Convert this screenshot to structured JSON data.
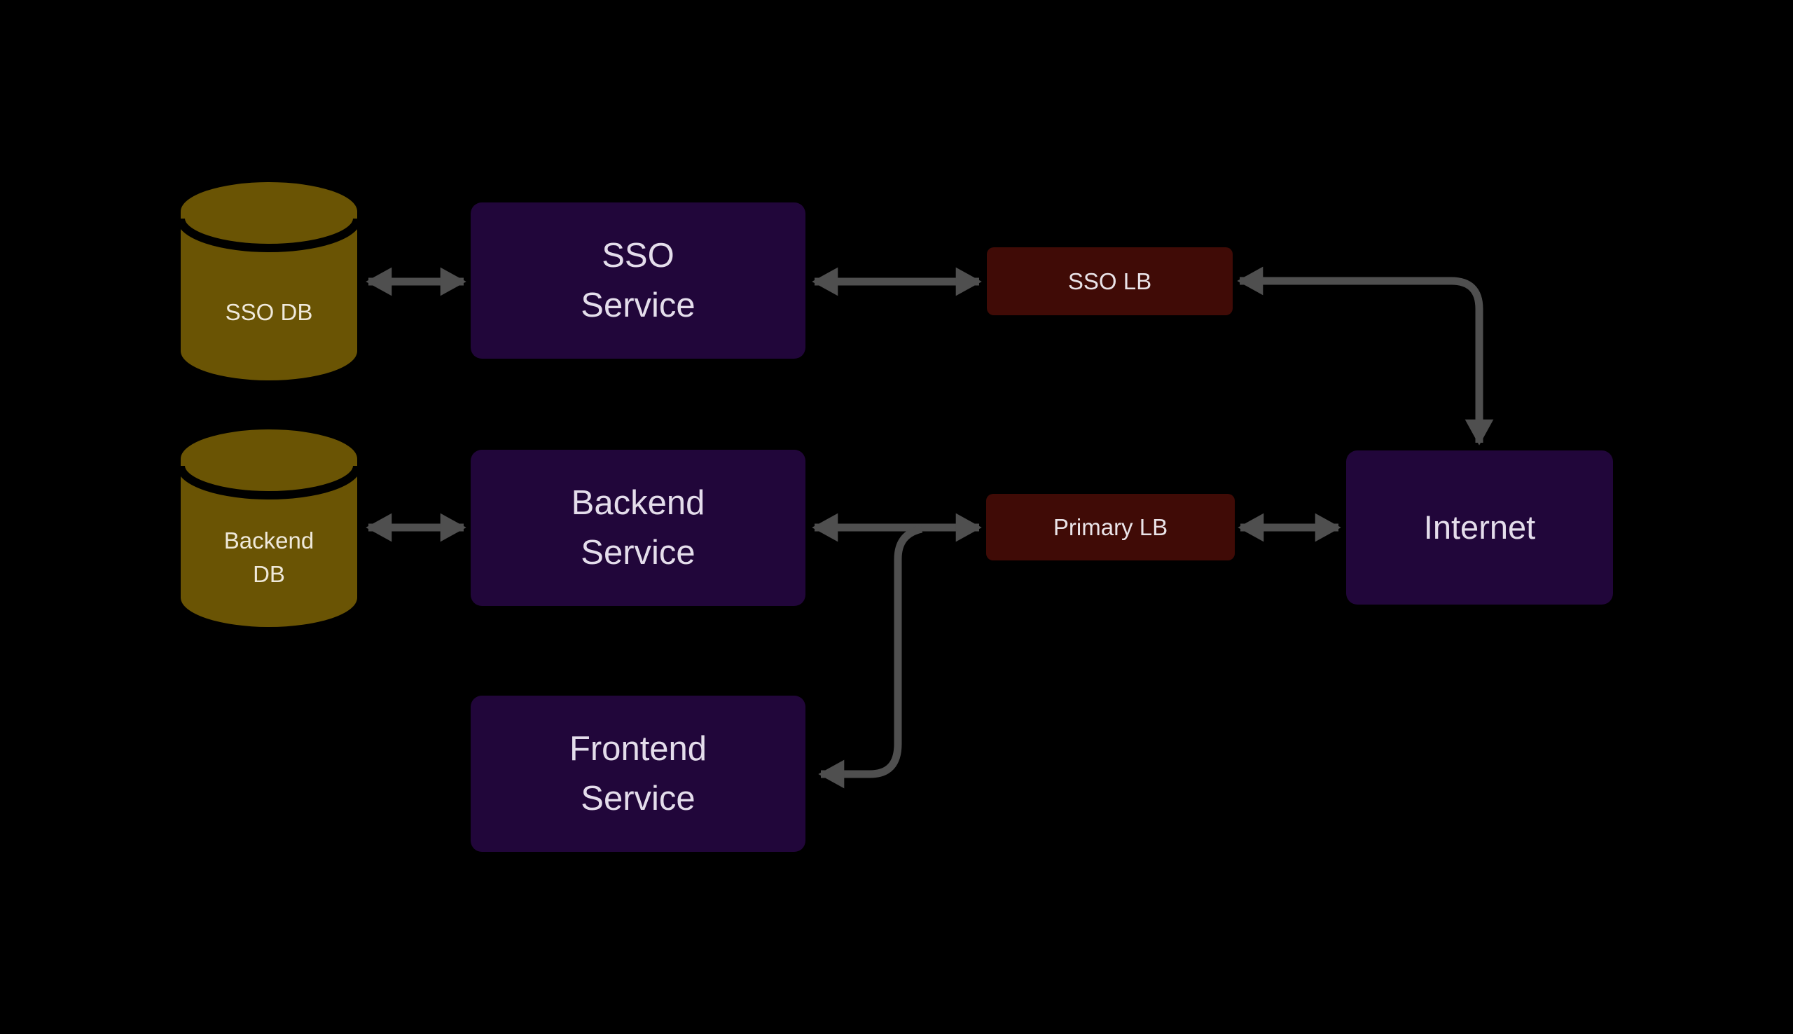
{
  "diagram": {
    "type": "architecture-flowchart",
    "background": "#000000",
    "edge_color": "#4f4f4f",
    "nodes": {
      "sso_db": {
        "kind": "database",
        "label": "SSO DB",
        "lines": [
          "SSO DB"
        ],
        "fill": "#6a5404",
        "seam_color": "#000000",
        "text_color": "#efe9da"
      },
      "backend_db": {
        "kind": "database",
        "label": "Backend DB",
        "lines": [
          "Backend",
          "DB"
        ],
        "fill": "#6a5404",
        "seam_color": "#000000",
        "text_color": "#efe9da"
      },
      "sso_service": {
        "kind": "service",
        "label": "SSO Service",
        "lines": [
          "SSO",
          "Service"
        ],
        "fill": "#21063a",
        "text_color": "#e4ddeb"
      },
      "backend_service": {
        "kind": "service",
        "label": "Backend Service",
        "lines": [
          "Backend",
          "Service"
        ],
        "fill": "#21063a",
        "text_color": "#e4ddeb"
      },
      "frontend_service": {
        "kind": "service",
        "label": "Frontend Service",
        "lines": [
          "Frontend",
          "Service"
        ],
        "fill": "#21063a",
        "text_color": "#e4ddeb"
      },
      "sso_lb": {
        "kind": "load-balancer",
        "label": "SSO LB",
        "lines": [
          "SSO LB"
        ],
        "fill": "#400b06",
        "text_color": "#eae4e8"
      },
      "primary_lb": {
        "kind": "load-balancer",
        "label": "Primary LB",
        "lines": [
          "Primary LB"
        ],
        "fill": "#400b06",
        "text_color": "#eae4e8"
      },
      "internet": {
        "kind": "external-network",
        "label": "Internet",
        "lines": [
          "Internet"
        ],
        "fill": "#21063a",
        "text_color": "#e4ddeb"
      }
    },
    "edges": [
      {
        "id": "sso-db--sso-service",
        "from": "SSO DB",
        "to": "SSO Service",
        "arrows": "both"
      },
      {
        "id": "sso-service--sso-lb",
        "from": "SSO Service",
        "to": "SSO LB",
        "arrows": "both"
      },
      {
        "id": "sso-lb--internet",
        "from": "SSO LB",
        "to": "Internet",
        "arrows": "both"
      },
      {
        "id": "backend-db--backend-service",
        "from": "Backend DB",
        "to": "Backend Service",
        "arrows": "both"
      },
      {
        "id": "backend-service--primary-lb",
        "from": "Backend Service",
        "to": "Primary LB",
        "arrows": "both"
      },
      {
        "id": "primary-lb--internet",
        "from": "Primary LB",
        "to": "Internet",
        "arrows": "both"
      },
      {
        "id": "primary-lb--frontend-service",
        "from": "Primary LB",
        "to": "Frontend Service",
        "arrows": "to"
      }
    ]
  }
}
